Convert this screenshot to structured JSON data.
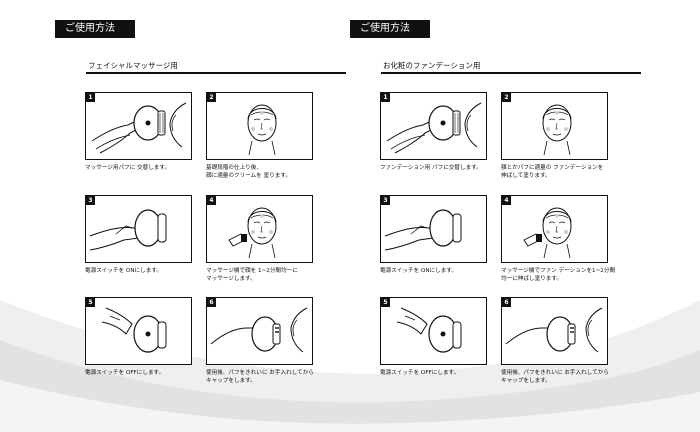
{
  "left": {
    "header": "ご使用方法",
    "subtitle": "フェイシャルマッサージ用",
    "steps": [
      {
        "num": "1",
        "lines": [
          "マッサージ用パフに 交替します。"
        ]
      },
      {
        "num": "2",
        "lines": [
          "基礎段階の仕上り後、",
          "顔に適量のクリームを 塗ります。"
        ]
      },
      {
        "num": "3",
        "lines": [
          "電源スイッチを ONにします。"
        ]
      },
      {
        "num": "4",
        "lines": [
          "マッサージ機で顔を 1~2分間均一に",
          "マッサージします。"
        ]
      },
      {
        "num": "5",
        "lines": [
          "電源スイッチを OFFにします。"
        ]
      },
      {
        "num": "6",
        "lines": [
          "使用後、パフをきれいに お手入れしてから",
          "キャップをします。"
        ]
      }
    ]
  },
  "right": {
    "header": "ご使用方法",
    "subtitle": "お化粧のファンデーション用",
    "steps": [
      {
        "num": "1",
        "lines": [
          "ファンデーション用 パフに交替します。"
        ]
      },
      {
        "num": "2",
        "lines": [
          "額とかパフに適量の ファンデーションを",
          "伸ばして塗ります。"
        ]
      },
      {
        "num": "3",
        "lines": [
          "電源スイッチを ONにします。"
        ]
      },
      {
        "num": "4",
        "lines": [
          "マッサージ機でファン デーションを1~2分間",
          "均一に伸ばし塗ります。"
        ]
      },
      {
        "num": "5",
        "lines": [
          "電源スイッチを OFFにします。"
        ]
      },
      {
        "num": "6",
        "lines": [
          "使用後、パフをきれいに お手入れしてから",
          "キャップをします。"
        ]
      }
    ]
  },
  "colors": {
    "ink": "#111111",
    "wave": "#dcdcdc"
  },
  "icons": [
    "hand-device-illustration",
    "face-illustration"
  ]
}
